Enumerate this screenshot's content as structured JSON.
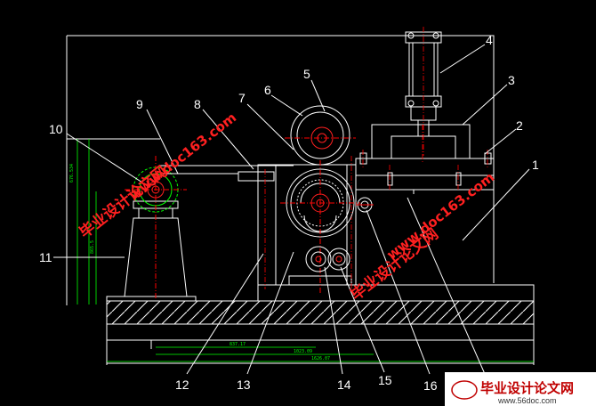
{
  "drawing": {
    "background": "#000000",
    "line_color": "#ffffff",
    "dimension_color": "#00ff00",
    "center_line_color": "#ff0000"
  },
  "part_labels": [
    "1",
    "2",
    "3",
    "4",
    "5",
    "6",
    "7",
    "8",
    "9",
    "10",
    "11",
    "12",
    "13",
    "14",
    "15",
    "16"
  ],
  "dimensions": {
    "vertical_overall": "676.534",
    "vertical_inner": "865.5",
    "horizontal_1": "837.17",
    "horizontal_2": "1023.09",
    "horizontal_overall": "1626.07"
  },
  "watermarks": {
    "url": "www.doc163.com",
    "cn": "毕业设计论文网",
    "logo_cn": "毕业设计论文网",
    "logo_url": "www.56doc.com"
  }
}
